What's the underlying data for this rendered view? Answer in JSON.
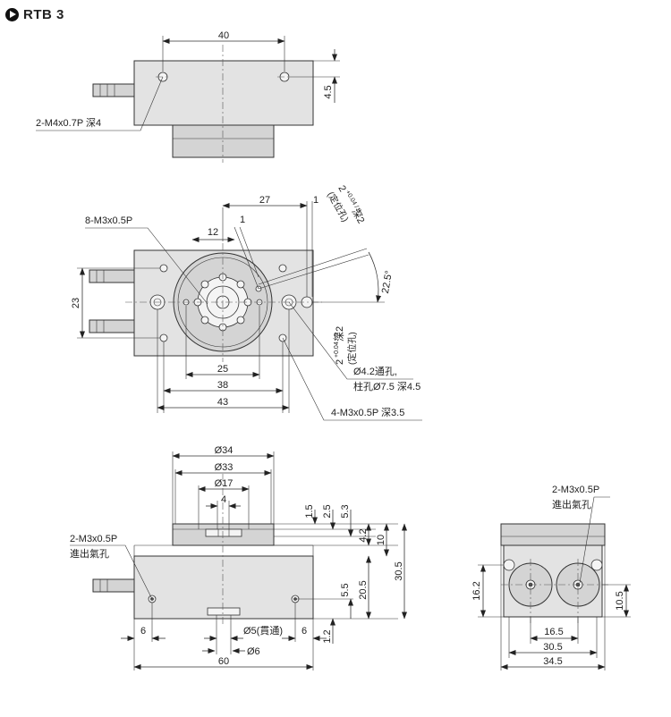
{
  "title": "RTB 3",
  "top_view": {
    "dim_40": "40",
    "dim_4_5": "4.5",
    "label_tap": "2-M4x0.7P 深4"
  },
  "plan_view": {
    "dim_27": "27",
    "dim_1_top": "1",
    "dim_12": "12",
    "dim_1_mid": "1",
    "label_8m3": "8-M3x0.5P",
    "dim_23": "23",
    "dim_22_5": "22.5°",
    "pin_top_base": "2",
    "pin_top_tol": "+0.04 / 0",
    "pin_top_depth": "深2",
    "pin_top_note": "(定位孔)",
    "pin_mid_base": "2",
    "pin_mid_tol": "+0.04 / 0",
    "pin_mid_depth": "深2",
    "pin_mid_note": "(定位孔)",
    "label_thru_1": "Ø4.2通孔,",
    "label_thru_2": "柱孔Ø7.5 深4.5",
    "label_4m3": "4-M3x0.5P 深3.5",
    "dim_25": "25",
    "dim_38": "38",
    "dim_43": "43"
  },
  "front_view": {
    "dim_d34": "Ø34",
    "dim_d33": "Ø33",
    "dim_d17": "Ø17",
    "dim_4": "4",
    "dim_1_5": "1.5",
    "dim_2_5": "2.5",
    "dim_5_3": "5.3",
    "dim_4_2": "4.2",
    "dim_10": "10",
    "dim_30_5": "30.5",
    "dim_5_5": "5.5",
    "dim_20_5": "20.5",
    "dim_1_2": "1.2",
    "label_port_1": "2-M3x0.5P",
    "label_port_2": "進出氣孔",
    "dim_6_left": "6",
    "dim_6_right": "6",
    "dim_d5": "Ø5(貫通)",
    "dim_d6": "Ø6",
    "dim_60": "60"
  },
  "side_view": {
    "label_port_1": "2-M3x0.5P",
    "label_port_2": "進出氣孔",
    "dim_16_2": "16.2",
    "dim_10_5": "10.5",
    "dim_16_5": "16.5",
    "dim_30_5": "30.5",
    "dim_34_5": "34.5"
  }
}
